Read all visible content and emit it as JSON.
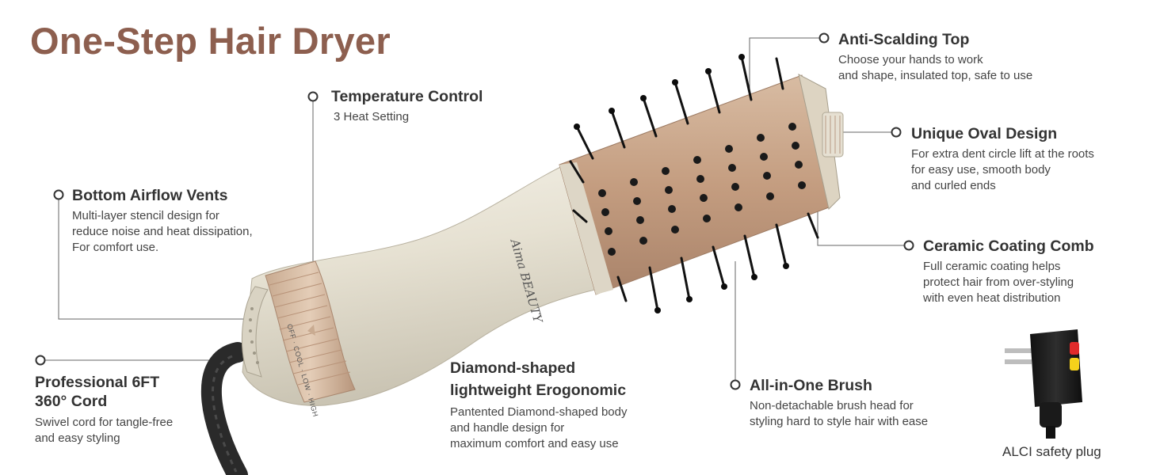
{
  "title": "One-Step Hair Dryer",
  "brand": "Aima BEAUTY",
  "dial_labels": [
    "OFF",
    "COOL",
    "LOW",
    "HIGH"
  ],
  "colors": {
    "title": "#8d5f4f",
    "body": "#e8e3d6",
    "accent": "#c9ab91",
    "bristle": "#111111"
  },
  "features": {
    "anti_scalding": {
      "title": "Anti-Scalding Top",
      "lines": [
        "Choose your hands to work",
        "and shape, insulated top, safe to use"
      ]
    },
    "temperature": {
      "title": "Temperature Control",
      "lines": [
        "3 Heat Setting"
      ]
    },
    "oval": {
      "title": "Unique Oval Design",
      "lines": [
        "For extra dent circle lift at the roots",
        "for easy use, smooth body",
        "and curled ends"
      ]
    },
    "airflow": {
      "title": "Bottom Airflow Vents",
      "lines": [
        "Multi-layer stencil design for",
        "reduce noise and heat dissipation,",
        "For comfort use."
      ]
    },
    "ceramic": {
      "title": "Ceramic Coating Comb",
      "lines": [
        "Full ceramic coating helps",
        "protect hair from over-styling",
        "with even heat distribution"
      ]
    },
    "cord": {
      "title_lines": [
        "Professional 6FT",
        "360° Cord"
      ],
      "lines": [
        "Swivel cord for tangle-free",
        "and easy styling"
      ]
    },
    "diamond": {
      "title_lines": [
        "Diamond-shaped",
        "lightweight Erogonomic"
      ],
      "lines": [
        "Pantented Diamond-shaped body",
        "and handle design for",
        "maximum comfort and easy use"
      ]
    },
    "brush": {
      "title": "All-in-One Brush",
      "lines": [
        "Non-detachable brush head for",
        "styling hard to style hair with ease"
      ]
    }
  },
  "plug": {
    "label": "ALCI safety plug"
  }
}
